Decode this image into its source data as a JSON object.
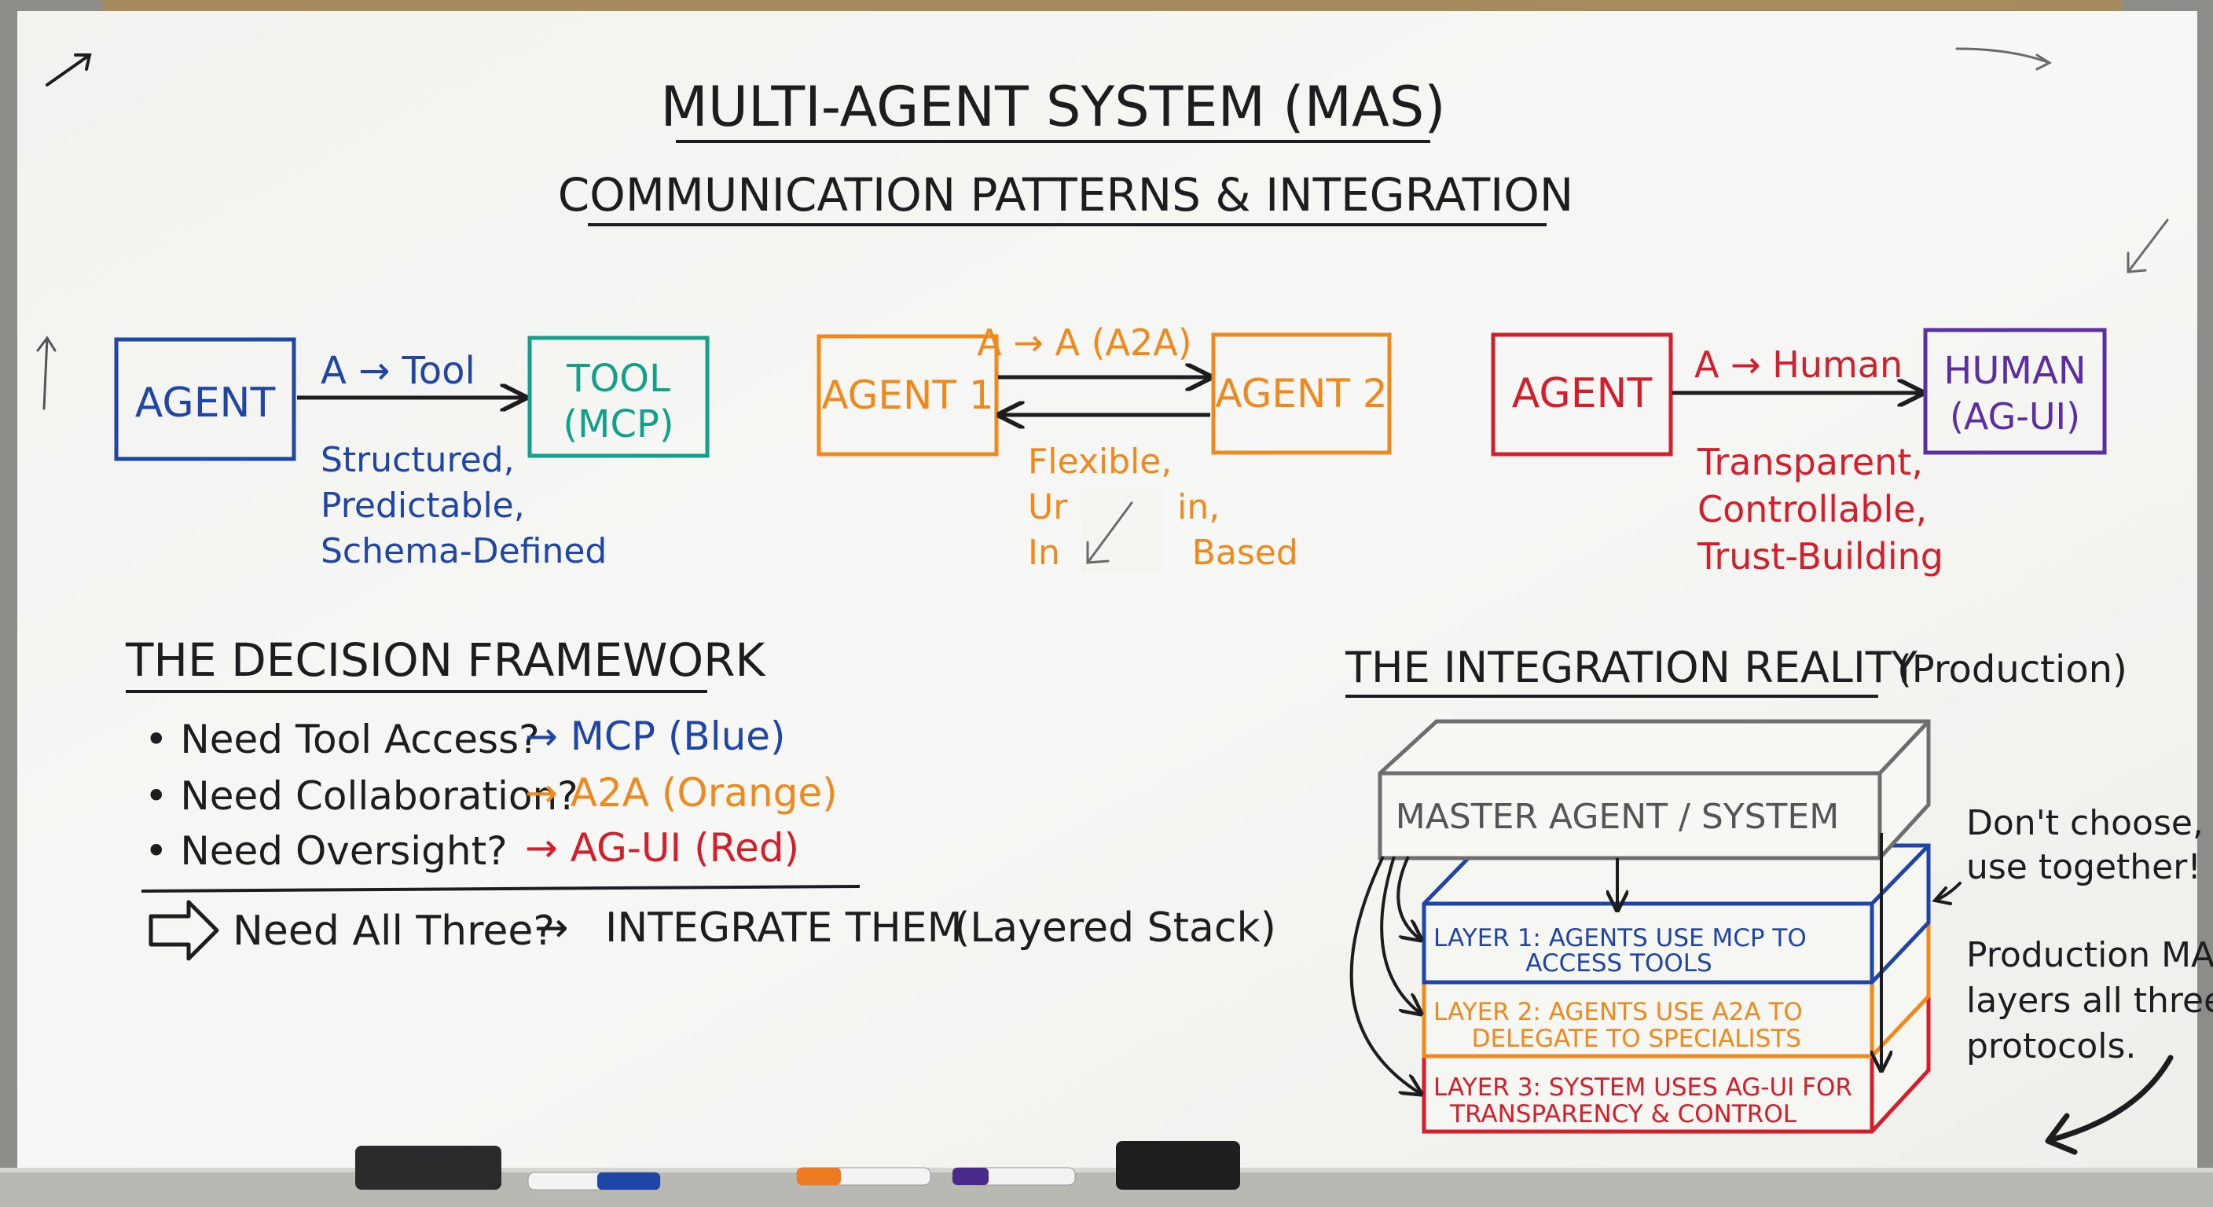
{
  "header": {
    "title": "MULTI-AGENT SYSTEM (MAS)",
    "subtitle": "COMMUNICATION PATTERNS & INTEGRATION"
  },
  "patterns": {
    "mcp": {
      "agent_label": "AGENT",
      "arrow_label": "A → Tool",
      "target_line1": "TOOL",
      "target_line2": "(MCP)",
      "traits": [
        "Structured,",
        "Predictable,",
        "Schema-Defined"
      ]
    },
    "a2a": {
      "agent1_label": "AGENT 1",
      "arrow_label": "A → A (A2A)",
      "agent2_label": "AGENT 2",
      "traits": [
        "Flexible,",
        "Ur          in,",
        "In            Based"
      ]
    },
    "agui": {
      "agent_label": "AGENT",
      "arrow_label": "A → Human",
      "target_line1": "HUMAN",
      "target_line2": "(AG-UI)",
      "traits": [
        "Transparent,",
        "Controllable,",
        "Trust-Building"
      ]
    }
  },
  "decision": {
    "heading": "THE DECISION FRAMEWORK",
    "rows": [
      {
        "question": "• Need Tool Access?",
        "answer": "→ MCP (Blue)"
      },
      {
        "question": "• Need Collaboration?",
        "answer": "→ A2A (Orange)"
      },
      {
        "question": "• Need Oversight?",
        "answer": "→ AG-UI (Red)"
      }
    ],
    "conclusion_question": "Need All Three?",
    "conclusion_arrow": "→",
    "conclusion_answer": "INTEGRATE THEM",
    "conclusion_note": "(Layered Stack)"
  },
  "integration": {
    "heading": "THE INTEGRATION REALITY",
    "heading_note": "(Production)",
    "master_label": "MASTER AGENT / SYSTEM",
    "layers": [
      {
        "line1": "LAYER 1: AGENTS USE MCP TO",
        "line2": "ACCESS TOOLS"
      },
      {
        "line1": "LAYER 2: AGENTS USE A2A TO",
        "line2": "DELEGATE TO SPECIALISTS"
      },
      {
        "line1": "LAYER 3: SYSTEM USES AG-UI FOR",
        "line2": "TRANSPARENCY & CONTROL"
      }
    ],
    "note_top": [
      "Don't choose,",
      "use together!"
    ],
    "note_bottom": [
      "Production MAS",
      "layers all three",
      "protocols."
    ]
  },
  "colors": {
    "black": "#1d1d1f",
    "blue": "#1f45a6",
    "teal": "#12a08a",
    "orange": "#ee8a1d",
    "red": "#d21f2c",
    "purple": "#5b2fa0",
    "board": "#f4f4f1"
  }
}
